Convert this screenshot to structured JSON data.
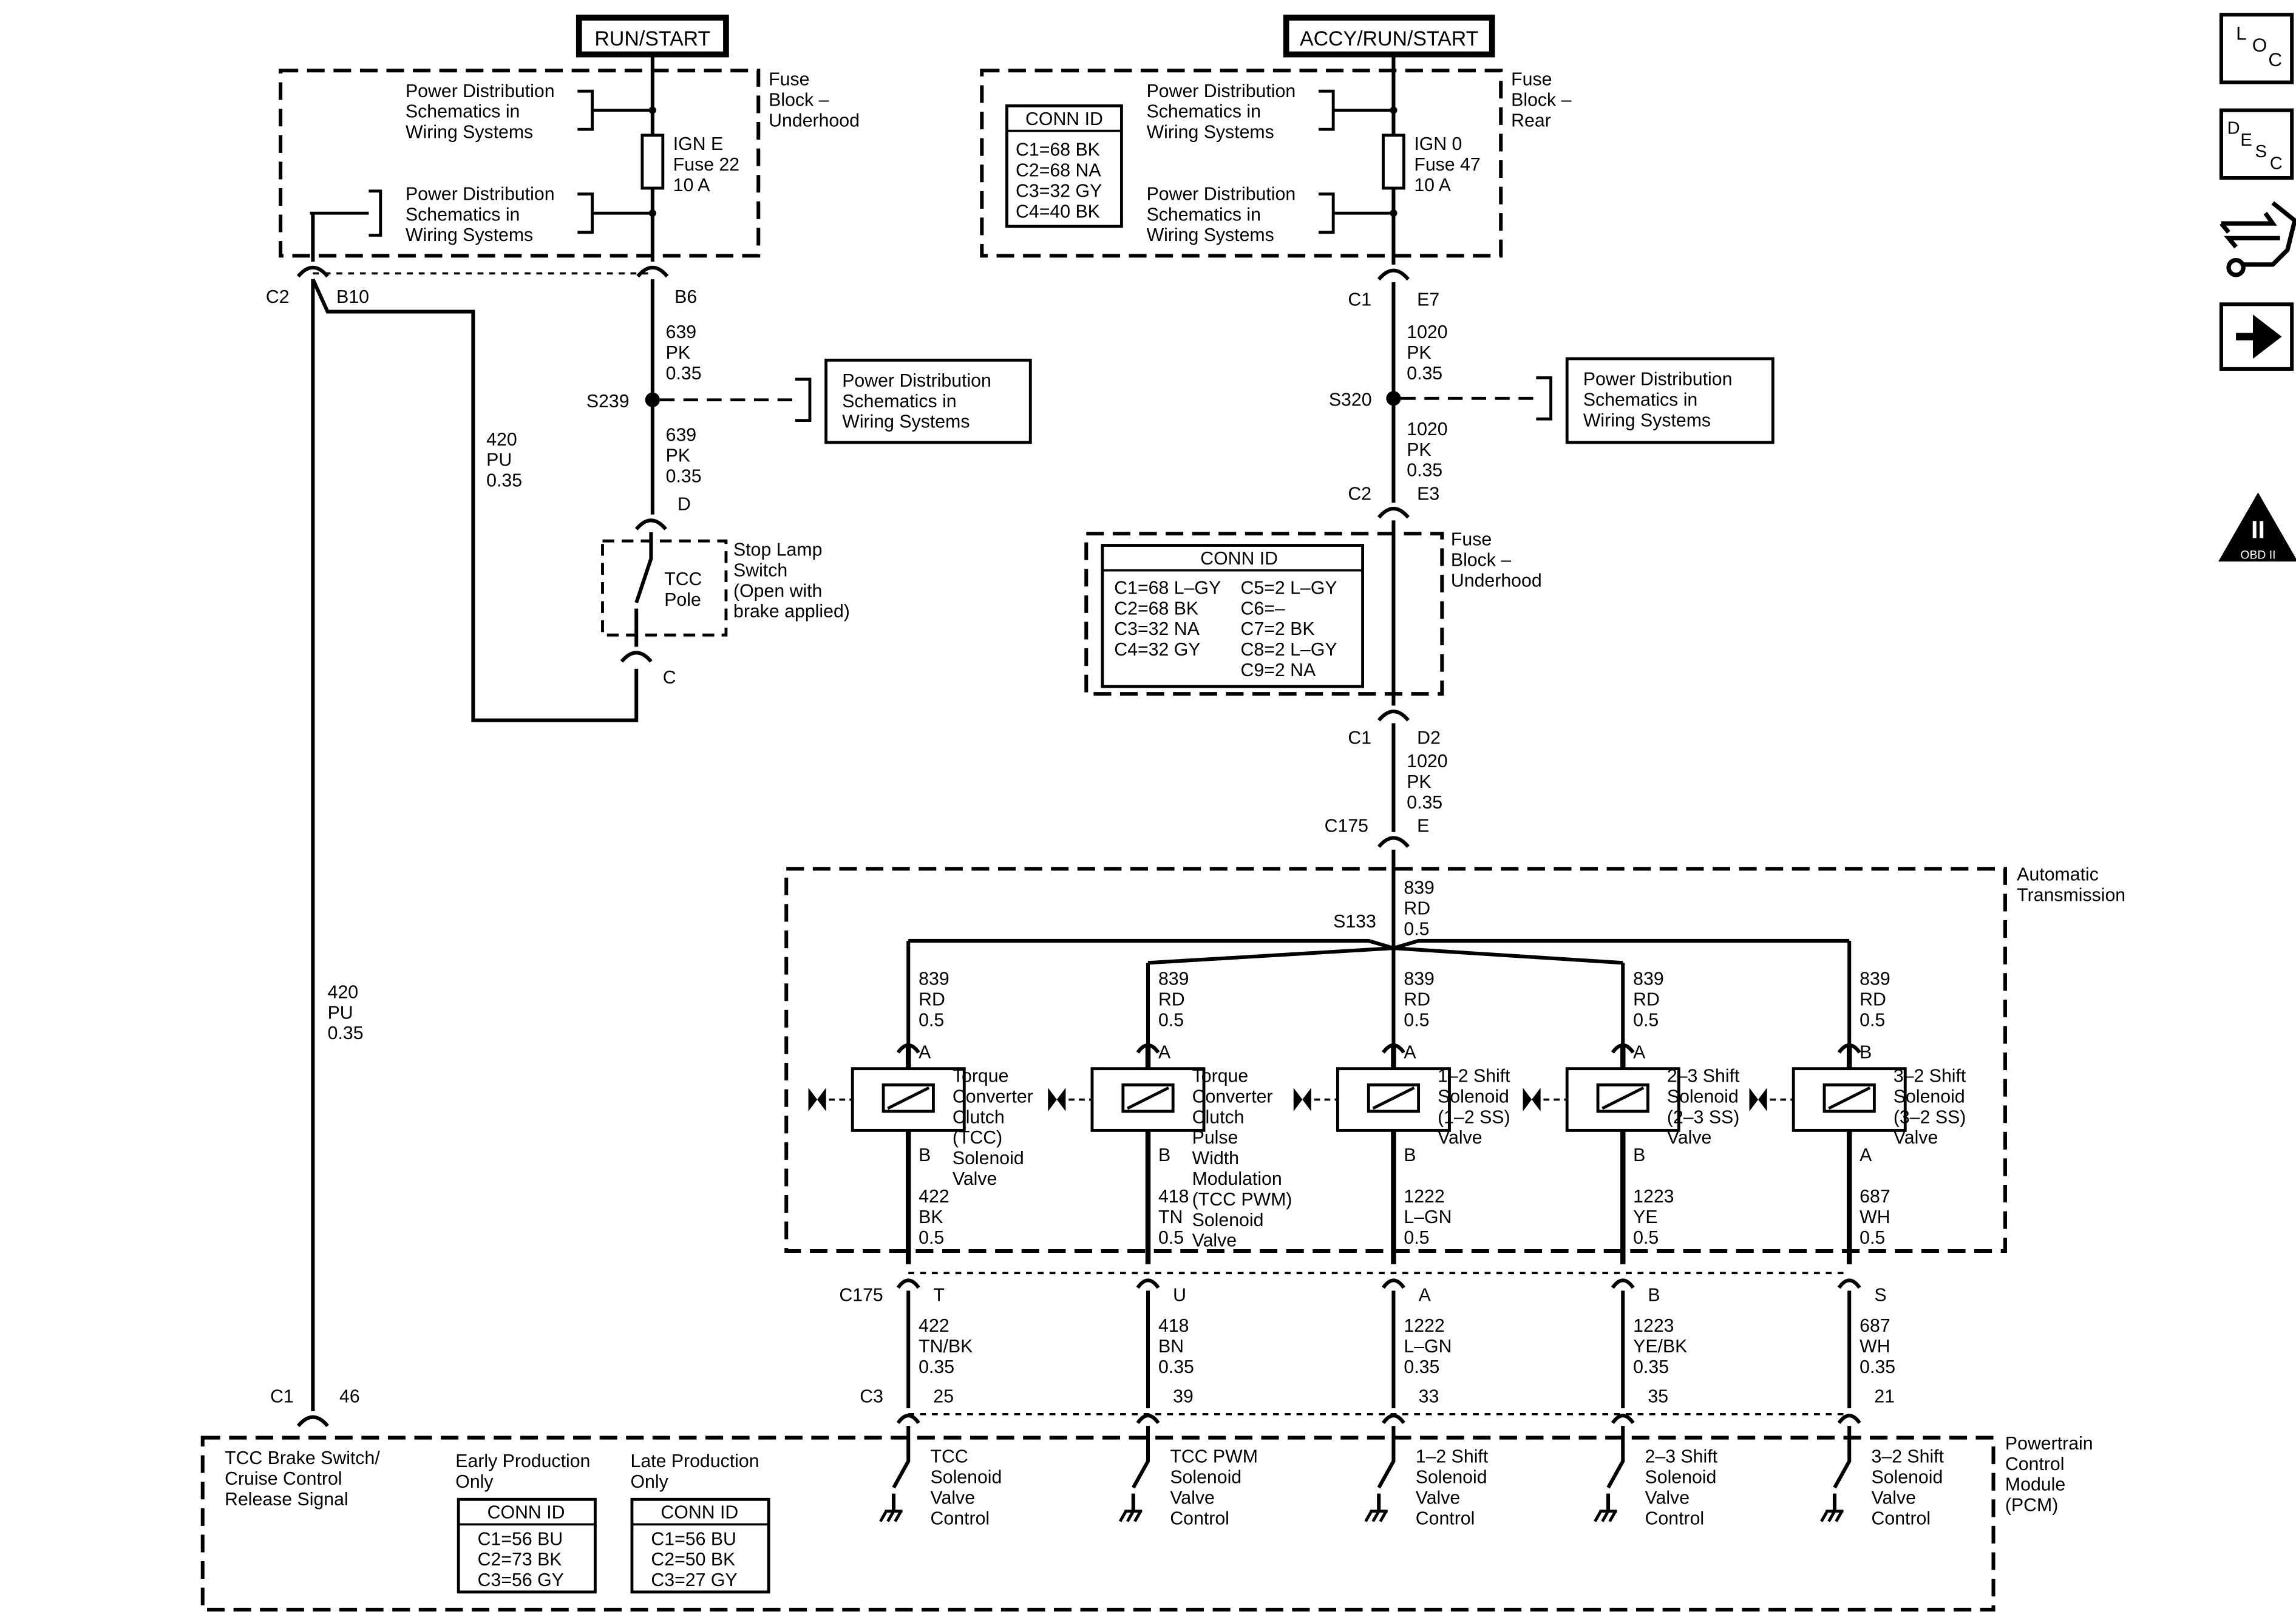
{
  "top": {
    "run_start": "RUN/START",
    "accy_run_start": "ACCY/RUN/START"
  },
  "fuse_left": {
    "name": [
      "Fuse",
      "Block –",
      "Underhood"
    ],
    "pd_upper": [
      "Power Distribution",
      "Schematics in",
      "Wiring Systems"
    ],
    "pd_lower": [
      "Power Distribution",
      "Schematics in",
      "Wiring Systems"
    ],
    "fuse": [
      "IGN E",
      "Fuse 22",
      "10 A"
    ]
  },
  "fuse_right": {
    "name": [
      "Fuse",
      "Block –",
      "Rear"
    ],
    "pd_upper": [
      "Power Distribution",
      "Schematics in",
      "Wiring Systems"
    ],
    "pd_lower": [
      "Power Distribution",
      "Schematics in",
      "Wiring Systems"
    ],
    "fuse": [
      "IGN 0",
      "Fuse 47",
      "10 A"
    ],
    "conn_title": "CONN ID",
    "conn": [
      "C1=68 BK",
      "C2=68 NA",
      "C3=32 GY",
      "C4=40 BK"
    ]
  },
  "left": {
    "c2": "C2",
    "b10": "B10",
    "b6": "B6",
    "w639a": [
      "639",
      "PK",
      "0.35"
    ],
    "s239": "S239",
    "pd": [
      "Power Distribution",
      "Schematics in",
      "Wiring Systems"
    ],
    "w639b": [
      "639",
      "PK",
      "0.35"
    ],
    "w420a": [
      "420",
      "PU",
      "0.35"
    ],
    "d": "D",
    "c": "C",
    "tcc_pole": [
      "TCC",
      "Pole"
    ],
    "stop_lamp": [
      "Stop Lamp",
      "Switch",
      "(Open with",
      "brake applied)"
    ],
    "w420b": [
      "420",
      "PU",
      "0.35"
    ]
  },
  "right": {
    "c1a": "C1",
    "e7": "E7",
    "w1020a": [
      "1020",
      "PK",
      "0.35"
    ],
    "s320": "S320",
    "pd": [
      "Power Distribution",
      "Schematics in",
      "Wiring Systems"
    ],
    "w1020b": [
      "1020",
      "PK",
      "0.35"
    ],
    "c2": "C2",
    "e3": "E3",
    "fbu": [
      "Fuse",
      "Block –",
      "Underhood"
    ],
    "conn_title": "CONN ID",
    "conn_col1": [
      "C1=68 L–GY",
      "C2=68 BK",
      "C3=32 NA",
      "C4=32 GY"
    ],
    "conn_col2": [
      "C5=2 L–GY",
      "C6=–",
      "C7=2 BK",
      "C8=2 L–GY",
      "C9=2 NA"
    ],
    "c1b": "C1",
    "d2": "D2",
    "w1020c": [
      "1020",
      "PK",
      "0.35"
    ],
    "c175": "C175",
    "e": "E"
  },
  "trans": {
    "name": [
      "Automatic",
      "Transmission"
    ],
    "w839": [
      "839",
      "RD",
      "0.5"
    ],
    "s133": "S133",
    "c175": "C175",
    "solenoids": [
      {
        "wire_in": [
          "839",
          "RD",
          "0.5"
        ],
        "pin_in": "A",
        "pin_out": "B",
        "name": [
          "Torque",
          "Converter",
          "Clutch",
          "(TCC)",
          "Solenoid",
          "Valve"
        ],
        "wire_out": [
          "422",
          "BK",
          "0.5"
        ],
        "c175_pin": "T",
        "pcm_wire": [
          "422",
          "TN/BK",
          "0.35"
        ],
        "pcm_pin": "25",
        "pcm_label": [
          "TCC",
          "Solenoid",
          "Valve",
          "Control"
        ]
      },
      {
        "wire_in": [
          "839",
          "RD",
          "0.5"
        ],
        "pin_in": "A",
        "pin_out": "B",
        "name": [
          "Torque",
          "Converter",
          "Clutch",
          "Pulse",
          "Width",
          "Modulation",
          "(TCC PWM)",
          "Solenoid",
          "Valve"
        ],
        "wire_out": [
          "418",
          "TN",
          "0.5"
        ],
        "c175_pin": "U",
        "pcm_wire": [
          "418",
          "BN",
          "0.35"
        ],
        "pcm_pin": "39",
        "pcm_label": [
          "TCC PWM",
          "Solenoid",
          "Valve",
          "Control"
        ]
      },
      {
        "wire_in": [
          "839",
          "RD",
          "0.5"
        ],
        "pin_in": "A",
        "pin_out": "B",
        "name": [
          "1–2 Shift",
          "Solenoid",
          "(1–2 SS)",
          "Valve"
        ],
        "wire_out": [
          "1222",
          "L–GN",
          "0.5"
        ],
        "c175_pin": "A",
        "pcm_wire": [
          "1222",
          "L–GN",
          "0.35"
        ],
        "pcm_pin": "33",
        "pcm_label": [
          "1–2 Shift",
          "Solenoid",
          "Valve",
          "Control"
        ]
      },
      {
        "wire_in": [
          "839",
          "RD",
          "0.5"
        ],
        "pin_in": "A",
        "pin_out": "B",
        "name": [
          "2–3 Shift",
          "Solenoid",
          "(2–3 SS)",
          "Valve"
        ],
        "wire_out": [
          "1223",
          "YE",
          "0.5"
        ],
        "c175_pin": "B",
        "pcm_wire": [
          "1223",
          "YE/BK",
          "0.35"
        ],
        "pcm_pin": "35",
        "pcm_label": [
          "2–3 Shift",
          "Solenoid",
          "Valve",
          "Control"
        ]
      },
      {
        "wire_in": [
          "839",
          "RD",
          "0.5"
        ],
        "pin_in": "B",
        "pin_out": "A",
        "name": [
          "3–2 Shift",
          "Solenoid",
          "(3–2 SS)",
          "Valve"
        ],
        "wire_out": [
          "687",
          "WH",
          "0.5"
        ],
        "c175_pin": "S",
        "pcm_wire": [
          "687",
          "WH",
          "0.35"
        ],
        "pcm_pin": "21",
        "pcm_label": [
          "3–2 Shift",
          "Solenoid",
          "Valve",
          "Control"
        ]
      }
    ]
  },
  "pcm": {
    "name": [
      "Powertrain",
      "Control",
      "Module",
      "(PCM)"
    ],
    "c1": "C1",
    "pin46": "46",
    "c3": "C3",
    "brake_label": [
      "TCC Brake Switch/",
      "Cruise Control",
      "Release Signal"
    ],
    "early": {
      "label": [
        "Early Production",
        "Only"
      ],
      "title": "CONN ID",
      "lines": [
        "C1=56 BU",
        "C2=73 BK",
        "C3=56 GY"
      ]
    },
    "late": {
      "label": [
        "Late Production",
        "Only"
      ],
      "title": "CONN ID",
      "lines": [
        "C1=56 BU",
        "C2=50 BK",
        "C3=27 GY"
      ]
    }
  },
  "side": {
    "loc": [
      "L",
      "O",
      "C"
    ],
    "desc": [
      "D",
      "E",
      "S",
      "C"
    ],
    "obd_num": "II",
    "obd_text": "OBD II"
  },
  "icons": [
    "loc-icon",
    "desc-icon",
    "wiring-tool-icon",
    "arrow-right-icon",
    "obd-ii-icon",
    "ground-icon",
    "switch-icon",
    "solenoid-icon"
  ]
}
